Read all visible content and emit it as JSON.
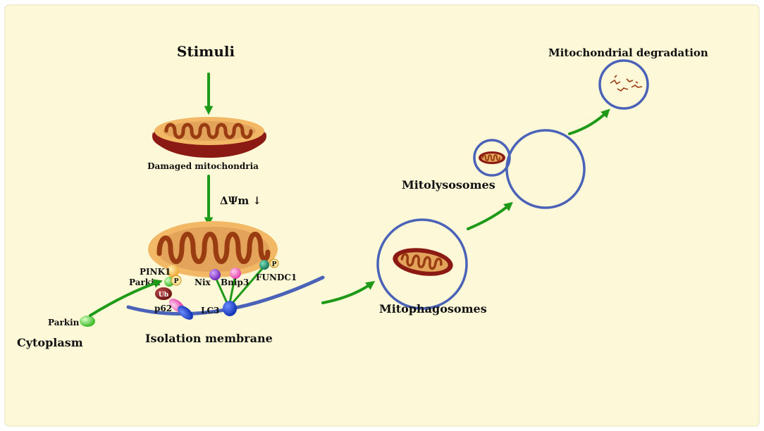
{
  "colors": {
    "background": "#fdf8d7",
    "frame": "#e6e0bf",
    "arrow": "#1f9a18",
    "membrane": "#4a62b8",
    "mito_outer": "#8b1a14",
    "mito_inner": "#e3a35a",
    "mito_cristae": "#9a3c12",
    "mito_top": "#f2b865"
  },
  "labels": {
    "stimuli": "Stimuli",
    "damaged_mitochondria": "Damaged mitochondria",
    "membrane_potential": "ΔΨm ↓",
    "pink1": "PINK1",
    "parkin_bound": "Parkin",
    "parkin_free": "Parkin",
    "phospho": "P",
    "ub": "Ub",
    "p62": "p62",
    "lc3": "LC3",
    "nix": "Nix",
    "bnip3": "Bnip3",
    "fundc1": "FUNDC1",
    "cytoplasm": "Cytoplasm",
    "isolation_membrane": "Isolation membrane",
    "mitophagosomes": "Mitophagosomes",
    "mitolysosomes": "Mitolysosomes",
    "mitochondrial_degradation": "Mitochondrial degradation"
  }
}
